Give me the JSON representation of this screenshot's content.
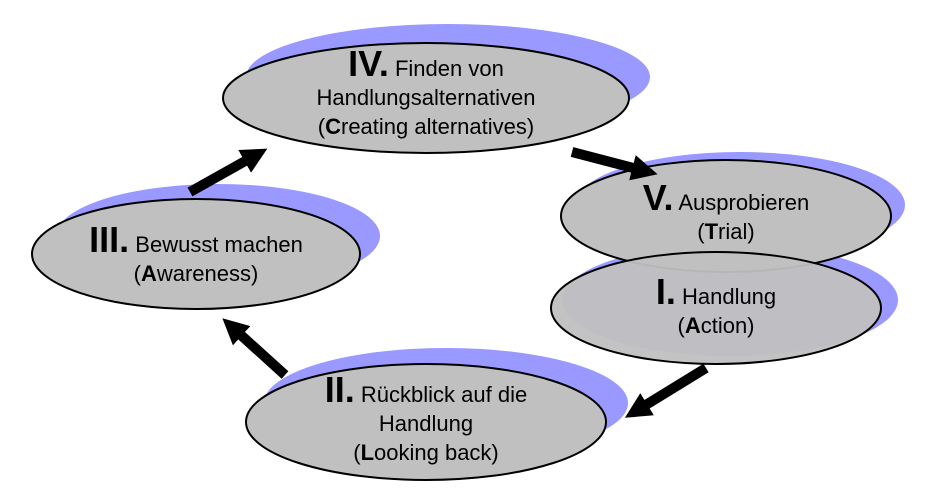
{
  "colors": {
    "shadow": "#9999ff",
    "ellipse_fill": "#c0c0c0",
    "stroke": "#000000",
    "arrow": "#000000"
  },
  "stages": {
    "iv": {
      "numeral": "IV.",
      "line1": "Finden von",
      "line2": "Handlungsalternativen",
      "paren_open": "(",
      "key_letter": "C",
      "rest": "reating alternatives)"
    },
    "v": {
      "numeral": "V.",
      "line1": "Ausprobieren",
      "paren_open": "(",
      "key_letter": "T",
      "rest": "rial)"
    },
    "i": {
      "numeral": "I.",
      "line1": "Handlung",
      "paren_open": "(",
      "key_letter": "A",
      "rest": "ction)"
    },
    "ii": {
      "numeral": "II.",
      "line1": "Rückblick auf die",
      "line2": "Handlung",
      "paren_open": "(",
      "key_letter": "L",
      "rest": "ooking back)"
    },
    "iii": {
      "numeral": "III.",
      "line1": "Bewusst machen",
      "paren_open": "(",
      "key_letter": "A",
      "rest": "wareness)"
    }
  }
}
